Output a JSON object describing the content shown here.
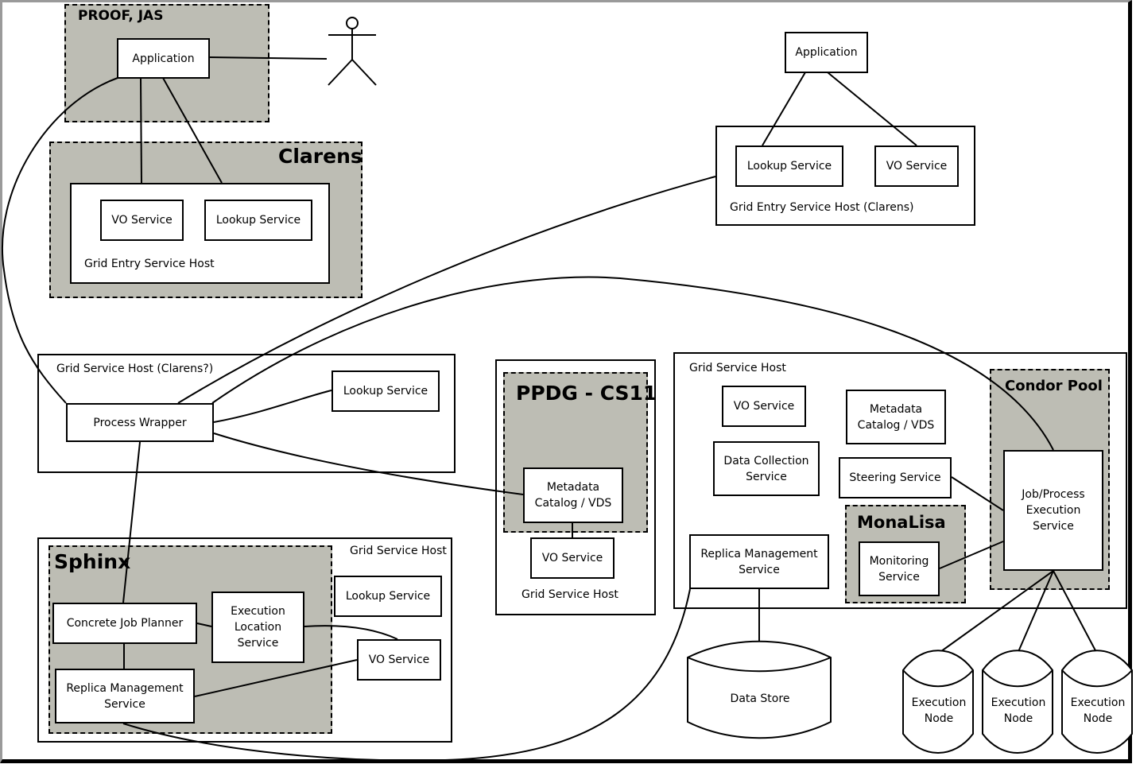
{
  "diagram": {
    "proof_pkg": {
      "title": "PROOF, JAS",
      "application": "Application"
    },
    "clarens_pkg": {
      "title": "Clarens",
      "host_label": "Grid Entry Service Host",
      "vo_service": "VO Service",
      "lookup_service": "Lookup Service"
    },
    "actor": {
      "name": "user-actor"
    },
    "right_top": {
      "application": "Application",
      "host_label": "Grid Entry Service Host (Clarens)",
      "lookup_service": "Lookup Service",
      "vo_service": "VO Service"
    },
    "wrapper_host": {
      "host_label": "Grid Service Host (Clarens?)",
      "process_wrapper": "Process Wrapper",
      "lookup_service": "Lookup Service"
    },
    "sphinx_host": {
      "host_label": "Grid Service Host",
      "pkg_title": "Sphinx",
      "concrete_job_planner": "Concrete Job Planner",
      "execution_location_service": "Execution\nLocation\nService",
      "replica_management_service": "Replica Management\nService",
      "lookup_service": "Lookup Service",
      "vo_service": "VO Service"
    },
    "ppdg_host": {
      "host_label": "Grid Service Host",
      "pkg_title": "PPDG - CS11",
      "metadata_catalog": "Metadata\nCatalog / VDS",
      "vo_service": "VO Service"
    },
    "big_host": {
      "host_label": "Grid Service Host",
      "vo_service": "VO Service",
      "metadata_catalog": "Metadata\nCatalog / VDS",
      "data_collection_service": "Data Collection\nService",
      "steering_service": "Steering Service",
      "replica_management_service": "Replica Management\nService",
      "monalisa_title": "MonaLisa",
      "monitoring_service": "Monitoring\nService",
      "condor_title": "Condor Pool",
      "job_execution_service": "Job/Process\nExecution\nService"
    },
    "data_store": "Data Store",
    "execution_nodes": [
      "Execution\nNode",
      "Execution\nNode",
      "Execution\nNode"
    ]
  }
}
